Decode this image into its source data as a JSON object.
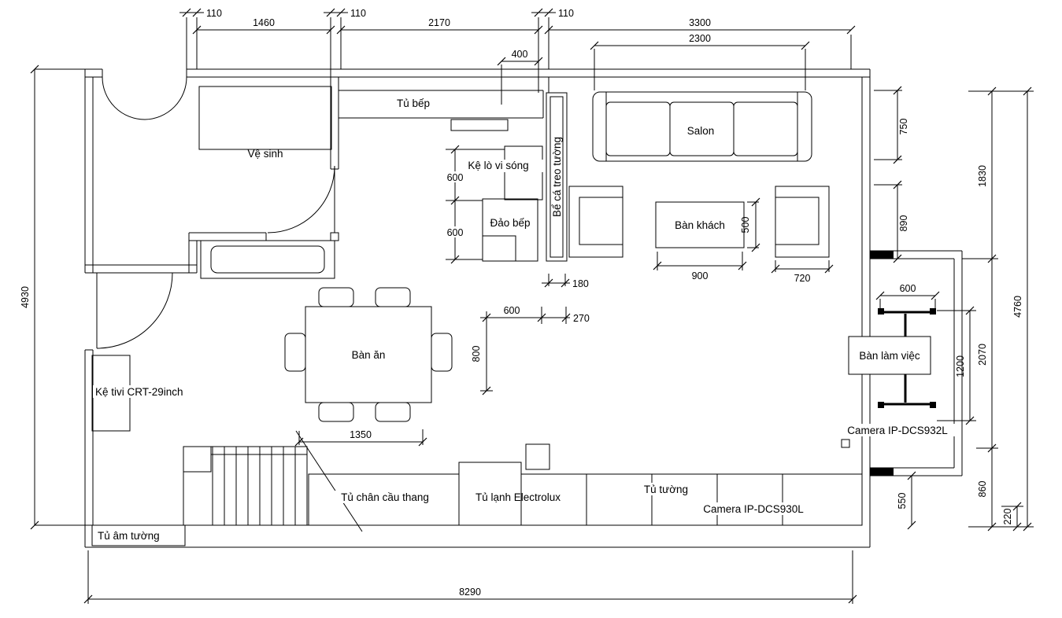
{
  "drawing": {
    "rooms": {
      "ve_sinh": "Vệ sinh"
    },
    "furniture": {
      "tu_bep": "Tủ bếp",
      "ke_lo_vi_song": "Kệ lò vi sóng",
      "dao_bep": "Đảo bếp",
      "be_ca_treo_tuong": "Bể cá treo tường",
      "salon": "Salon",
      "ban_khach": "Bàn khách",
      "ban_an": "Bàn ăn",
      "ke_tivi": "Kệ tivi CRT-29inch",
      "ban_lam_viec": "Bàn làm việc",
      "tu_chan_cau_thang": "Tủ chân cầu thang",
      "tu_lanh": "Tủ lạnh Electrolux",
      "tu_tuong": "Tủ tường",
      "tu_am_tuong": "Tủ âm tường"
    },
    "devices": {
      "camera_932": "Camera IP-DCS932L",
      "camera_930": "Camera IP-DCS930L"
    },
    "dims": {
      "t110a": "110",
      "t1460": "1460",
      "t110b": "110",
      "t2170": "2170",
      "t110c": "110",
      "t3300": "3300",
      "t2300": "2300",
      "t400": "400",
      "l4930": "4930",
      "b8290": "8290",
      "r750": "750",
      "r890": "890",
      "r1830": "1830",
      "r2070": "2070",
      "r860": "860",
      "r4760": "4760",
      "r1200": "1200",
      "r600": "600",
      "r550": "550",
      "r220": "220",
      "k600a": "600",
      "k600b": "600",
      "c500": "500",
      "c900": "900",
      "c720": "720",
      "c180": "180",
      "c270": "270",
      "d600": "600",
      "d800": "800",
      "s1350": "1350"
    }
  }
}
